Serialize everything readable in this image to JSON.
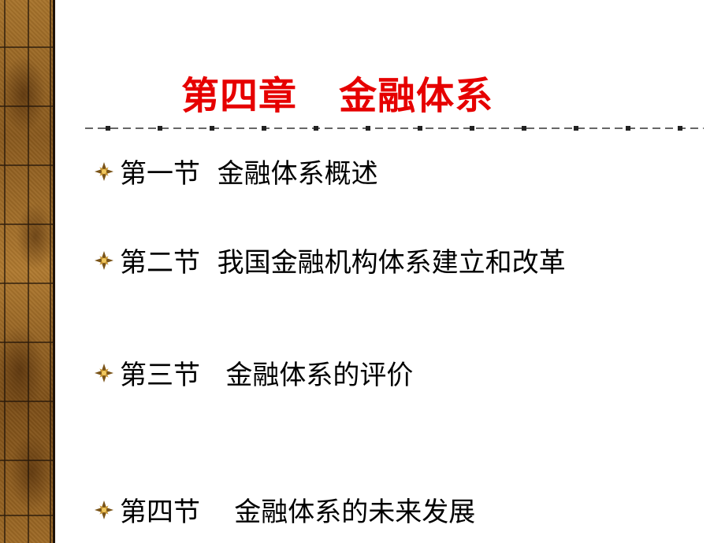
{
  "slide": {
    "title": "第四章   金融体系",
    "items": [
      {
        "label": "第一节  金融体系概述"
      },
      {
        "label": "第二节  我国金融机构体系建立和改革"
      },
      {
        "label": "第三节   金融体系的评价"
      },
      {
        "label": "第四节    金融体系的未来发展"
      }
    ]
  },
  "colors": {
    "title": "#e60000",
    "text": "#000000",
    "strip": "#9e6a26"
  },
  "icons": {
    "bullet": "star-burst-icon",
    "decoration": "parchment-strip"
  }
}
